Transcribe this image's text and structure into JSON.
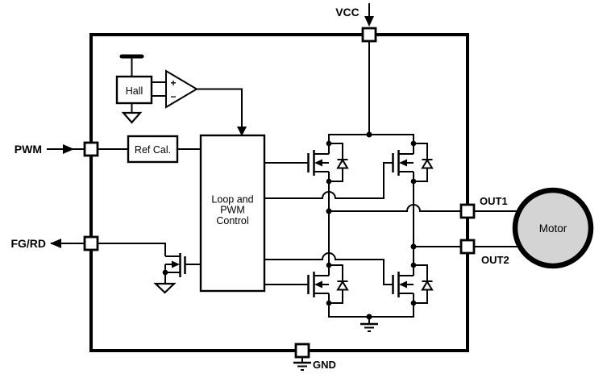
{
  "pins": {
    "vcc": {
      "label": "VCC"
    },
    "pwm": {
      "label": "PWM"
    },
    "fg_rd": {
      "label": "FG/RD"
    },
    "gnd": {
      "label": "GND"
    },
    "out1": {
      "label": "OUT1"
    },
    "out2": {
      "label": "OUT2"
    }
  },
  "blocks": {
    "hall": {
      "label": "Hall"
    },
    "ref_cal": {
      "label": "Ref Cal."
    },
    "loop_pwm_control": {
      "line1": "Loop and",
      "line2": "PWM",
      "line3": "Control"
    },
    "motor": {
      "label": "Motor"
    }
  },
  "comparator": {
    "plus": "+",
    "minus": "−"
  },
  "colors": {
    "line": "#000000",
    "background": "#ffffff",
    "motor_fill": "#d4d4d4"
  }
}
